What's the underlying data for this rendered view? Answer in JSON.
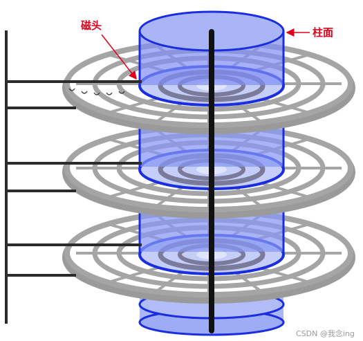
{
  "labels": {
    "head": "磁头",
    "cylinder": "柱面"
  },
  "watermark": "CSDN @我念ing",
  "colors": {
    "platter": "#9a9a9a",
    "platter_dark": "#777777",
    "cylinder_fill": "#7f8ff5",
    "cylinder_stroke": "#1a2ee0",
    "spindle": "#111111",
    "arm": "#2b2b2b",
    "label": "#e0001b"
  },
  "platter_count": 3
}
